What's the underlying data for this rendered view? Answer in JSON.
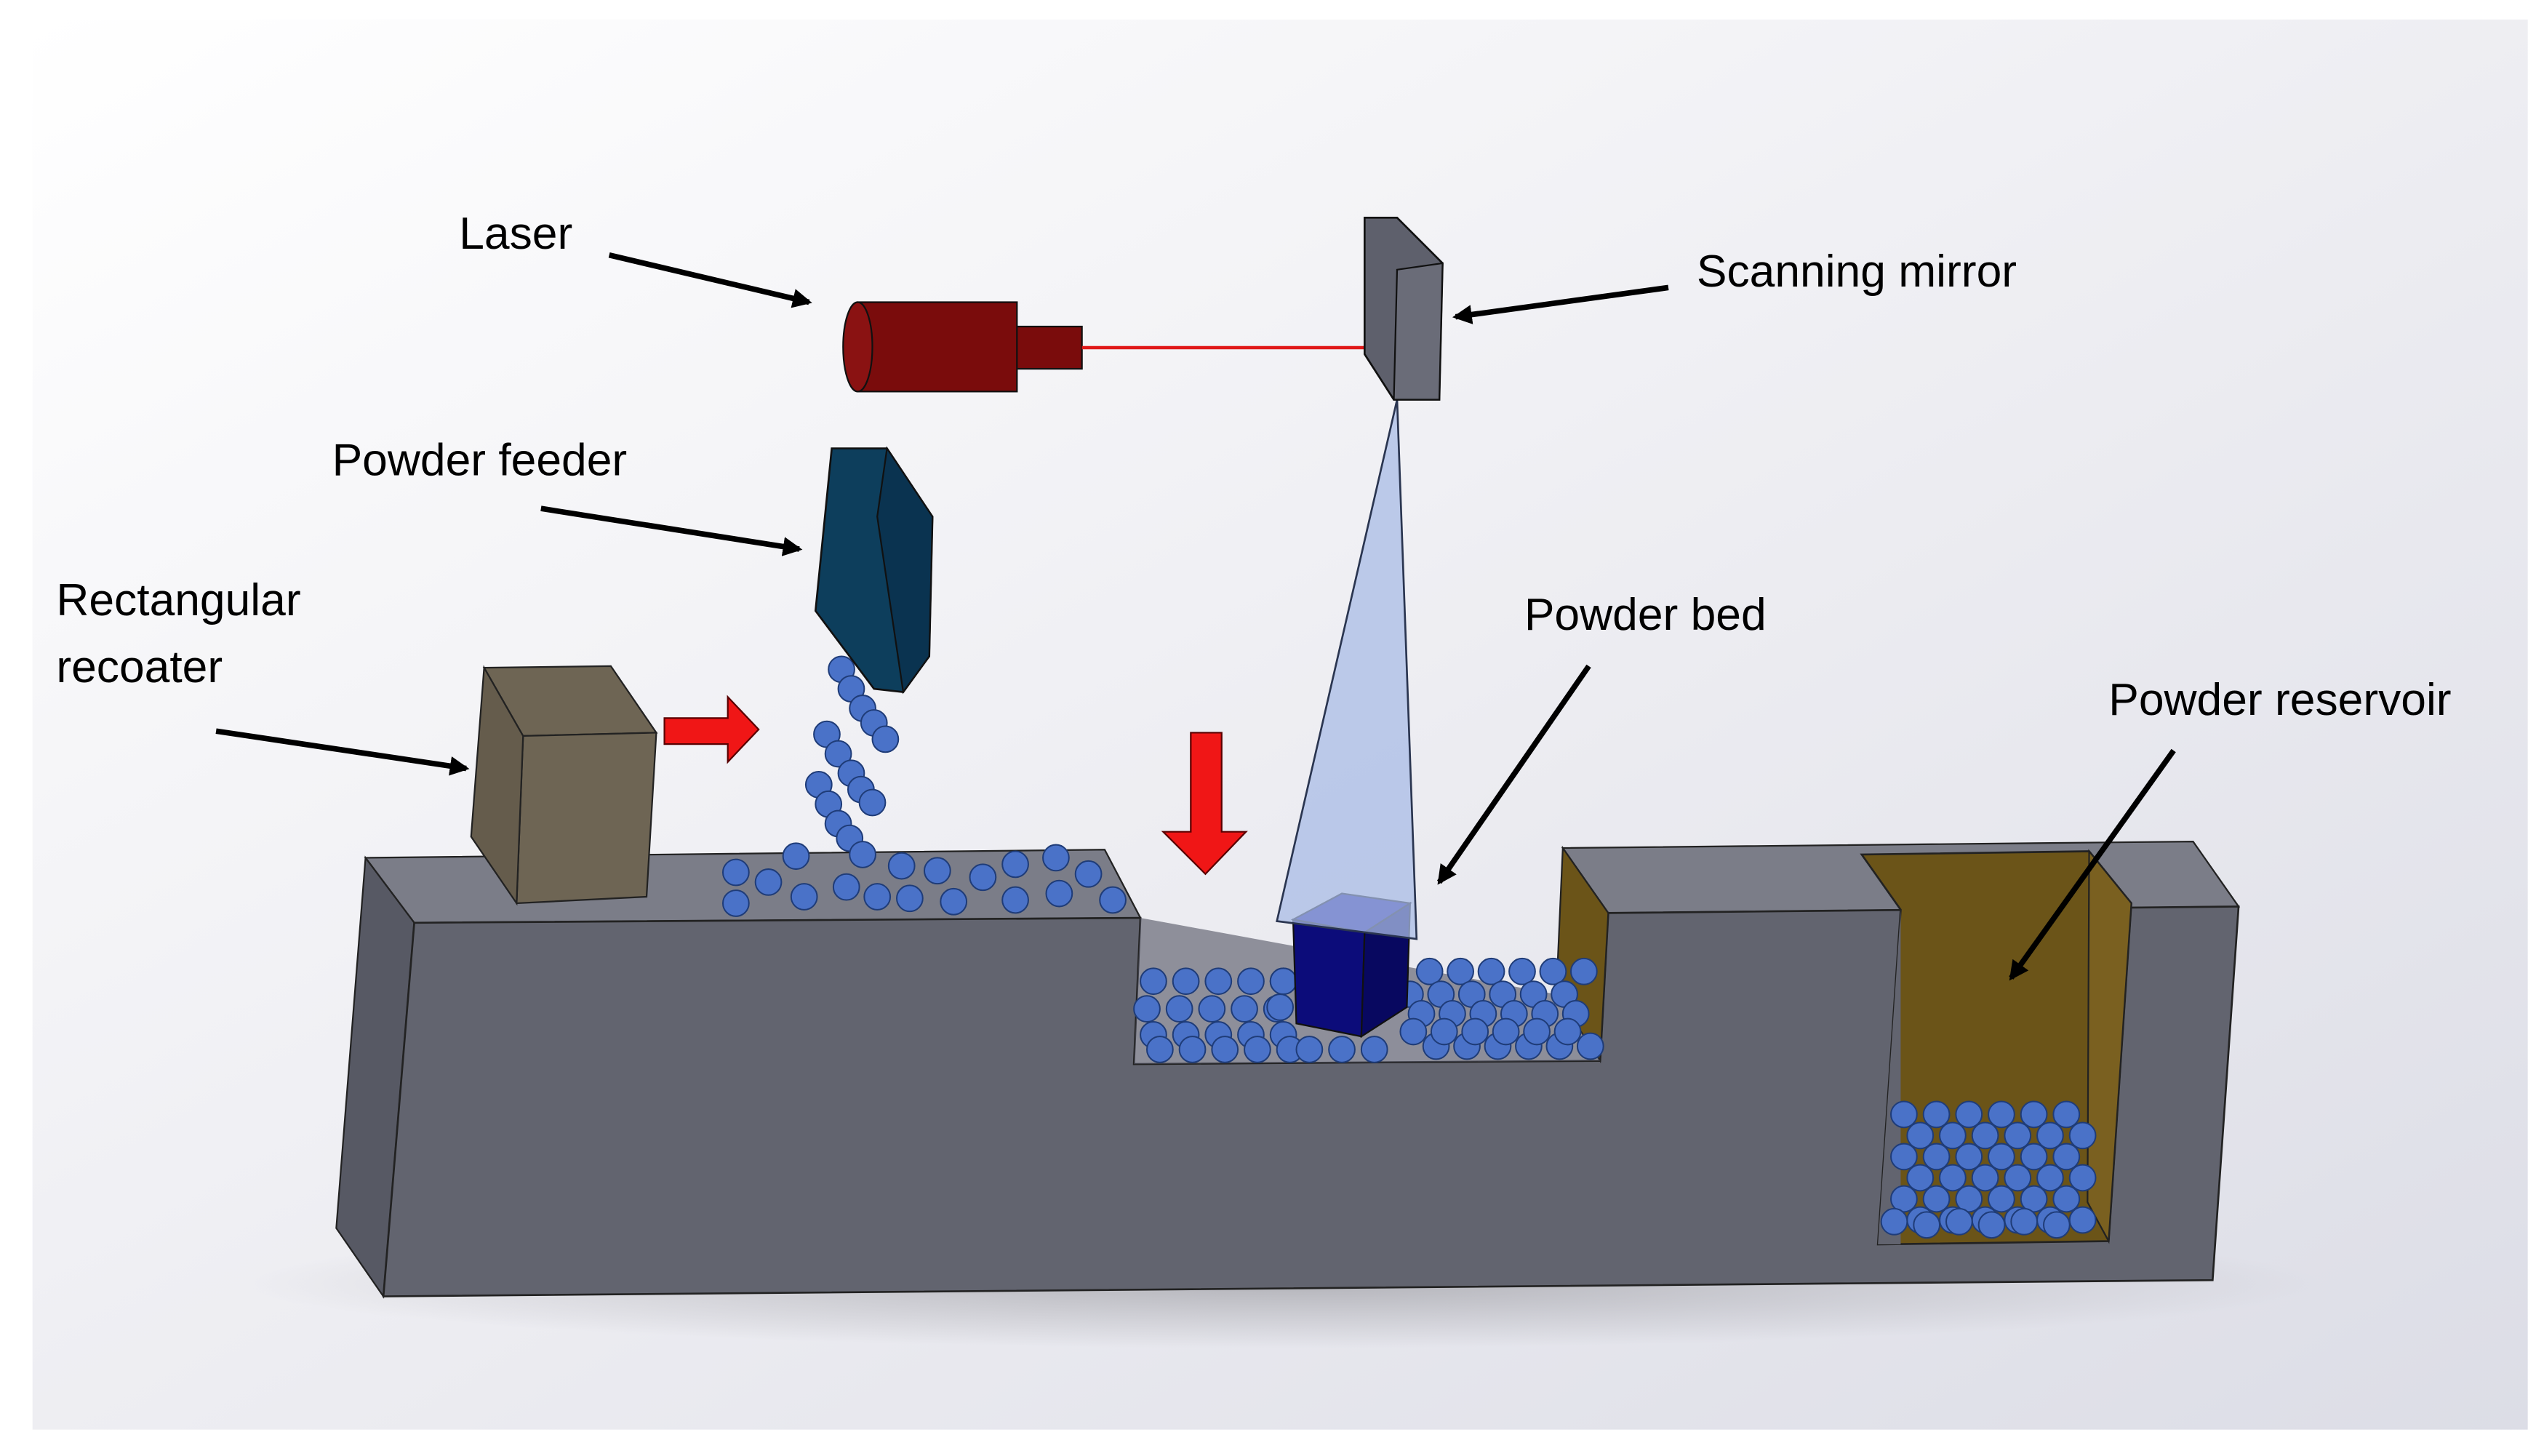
{
  "labels": {
    "laser": "Laser",
    "scanning_mirror": "Scanning mirror",
    "powder_feeder": "Powder feeder",
    "rectangular_recoater_line1": "Rectangular",
    "rectangular_recoater_line2": "recoater",
    "powder_bed": "Powder bed",
    "powder_reservoir": "Powder reservoir"
  },
  "colors": {
    "base_front": "#62646f",
    "base_top": "#7b7d88",
    "laser_body": "#7a0c0c",
    "laser_beam": "#e01818",
    "mirror": "#5e606c",
    "feeder": "#0d3e5c",
    "recoater": "#6e6554",
    "powder": "#4a72c8",
    "part": "#0c0c7a",
    "reservoir_fill": "#6b5418",
    "beam_cone": "#a9bce6",
    "motion_arrow": "#f01616"
  },
  "icons": {
    "motion_right": "red-arrow-right-icon",
    "motion_down": "red-arrow-down-icon"
  }
}
